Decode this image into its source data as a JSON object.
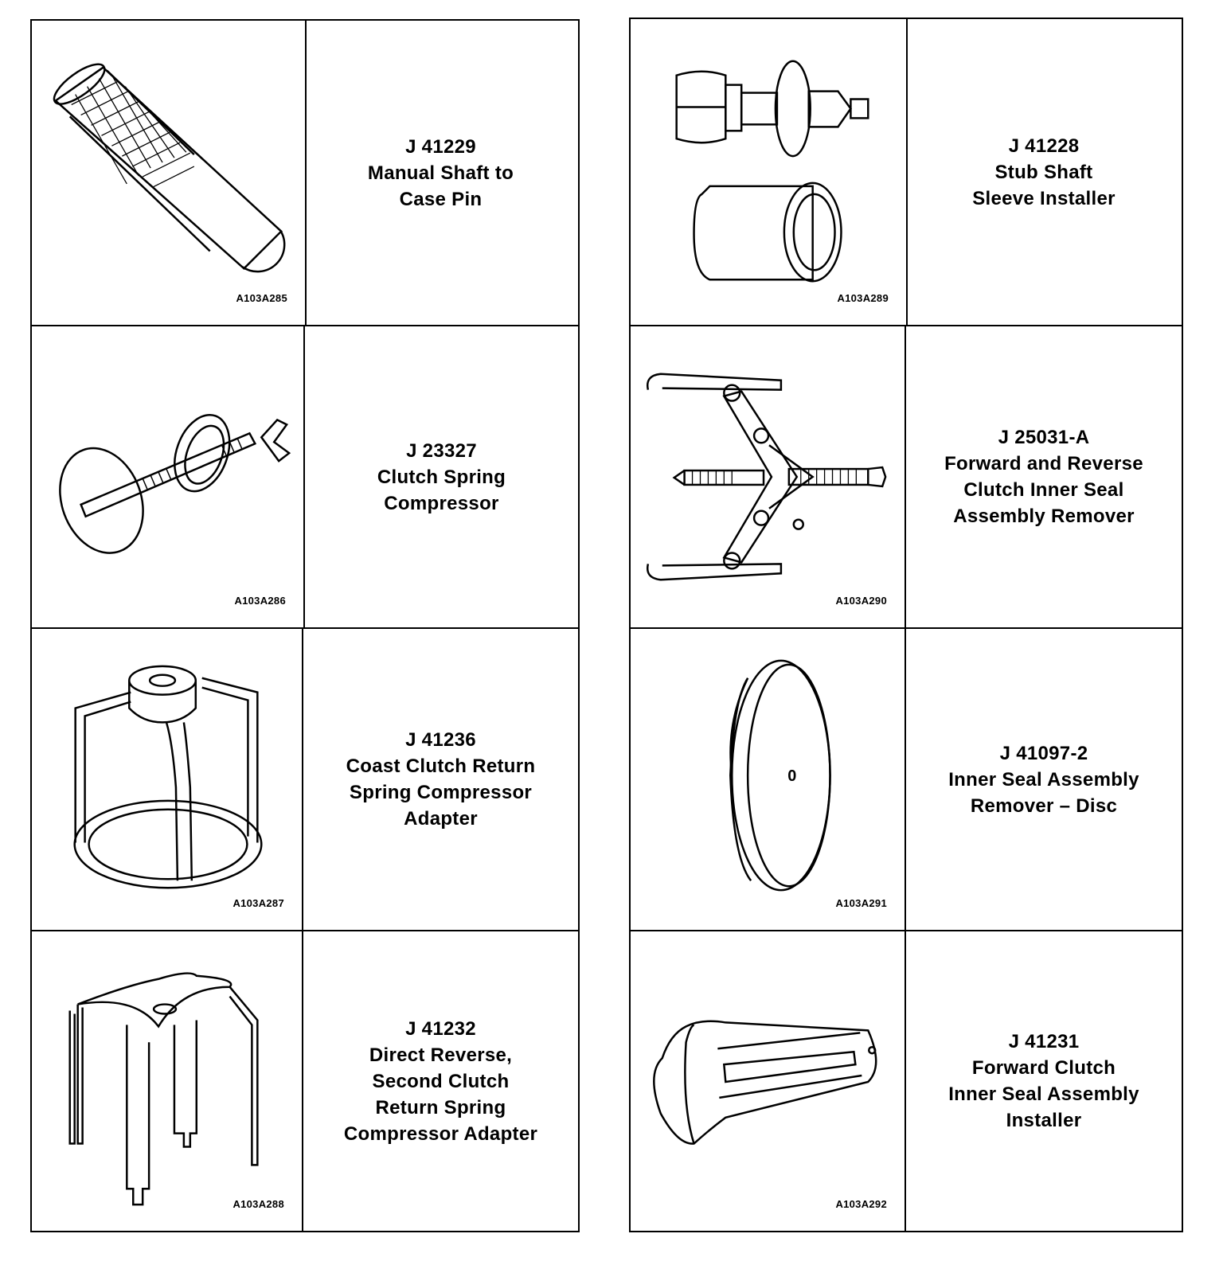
{
  "left_table": {
    "rows": [
      {
        "figure_code": "A103A285",
        "tool_number": "J 41229",
        "name_lines": [
          "Manual Shaft to",
          "Case Pin"
        ]
      },
      {
        "figure_code": "A103A286",
        "tool_number": "J 23327",
        "name_lines": [
          "Clutch Spring",
          "Compressor"
        ]
      },
      {
        "figure_code": "A103A287",
        "tool_number": "J 41236",
        "name_lines": [
          "Coast Clutch Return",
          "Spring Compressor",
          "Adapter"
        ]
      },
      {
        "figure_code": "A103A288",
        "tool_number": "J 41232",
        "name_lines": [
          "Direct Reverse,",
          "Second Clutch",
          "Return Spring",
          "Compressor Adapter"
        ]
      }
    ]
  },
  "right_table": {
    "rows": [
      {
        "figure_code": "A103A289",
        "tool_number": "J 41228",
        "name_lines": [
          "Stub Shaft",
          "Sleeve Installer"
        ]
      },
      {
        "figure_code": "A103A290",
        "tool_number": "J 25031-A",
        "name_lines": [
          "Forward and Reverse",
          "Clutch Inner Seal",
          "Assembly Remover"
        ]
      },
      {
        "figure_code": "A103A291",
        "tool_number": "J 41097-2",
        "name_lines": [
          "Inner Seal Assembly",
          "Remover – Disc"
        ],
        "disc_mark": "0"
      },
      {
        "figure_code": "A103A292",
        "tool_number": "J 41231",
        "name_lines": [
          "Forward Clutch",
          "Inner Seal Assembly",
          "Installer"
        ]
      }
    ]
  }
}
